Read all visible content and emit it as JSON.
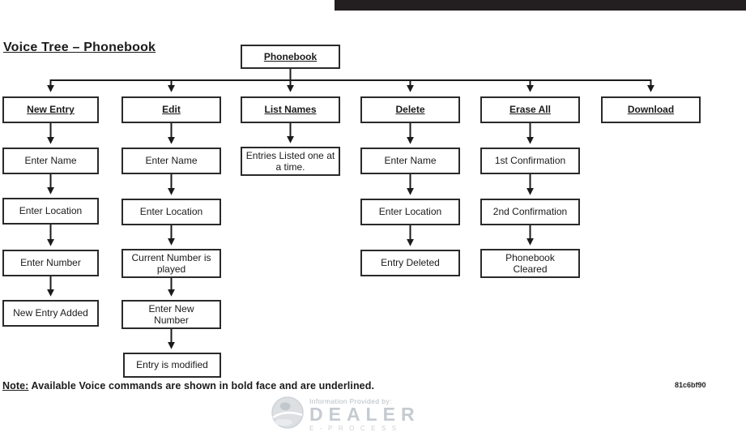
{
  "title": "Voice Tree – Phonebook",
  "root": {
    "label": "Phonebook"
  },
  "tree": {
    "columns": [
      {
        "label": "New Entry",
        "children": [
          "Enter Name",
          "Enter Location",
          "Enter Number",
          "New Entry Added"
        ]
      },
      {
        "label": "Edit",
        "children": [
          "Enter Name",
          "Enter Location",
          "Current Number is played",
          "Enter New Number",
          "Entry is modified"
        ]
      },
      {
        "label": "List Names",
        "children": [
          "Entries Listed one at a time."
        ]
      },
      {
        "label": "Delete",
        "children": [
          "Enter Name",
          "Enter Location",
          "Entry Deleted"
        ]
      },
      {
        "label": "Erase All",
        "children": [
          "1st Confirmation",
          "2nd Confirmation",
          "Phonebook Cleared"
        ]
      },
      {
        "label": "Download",
        "children": []
      }
    ]
  },
  "note": {
    "prefix": "Note:",
    "text": " Available Voice commands are shown in bold face and are underlined."
  },
  "figure_code": "81c6bf90",
  "watermark": {
    "provided_by": "Information Provided by:",
    "brand": "DEALER",
    "brand_sub": "E-PROCESS"
  },
  "colors": {
    "line": "#1b1b1b",
    "top_bar": "#231f20",
    "watermark_gray": "#c6cbd1"
  }
}
